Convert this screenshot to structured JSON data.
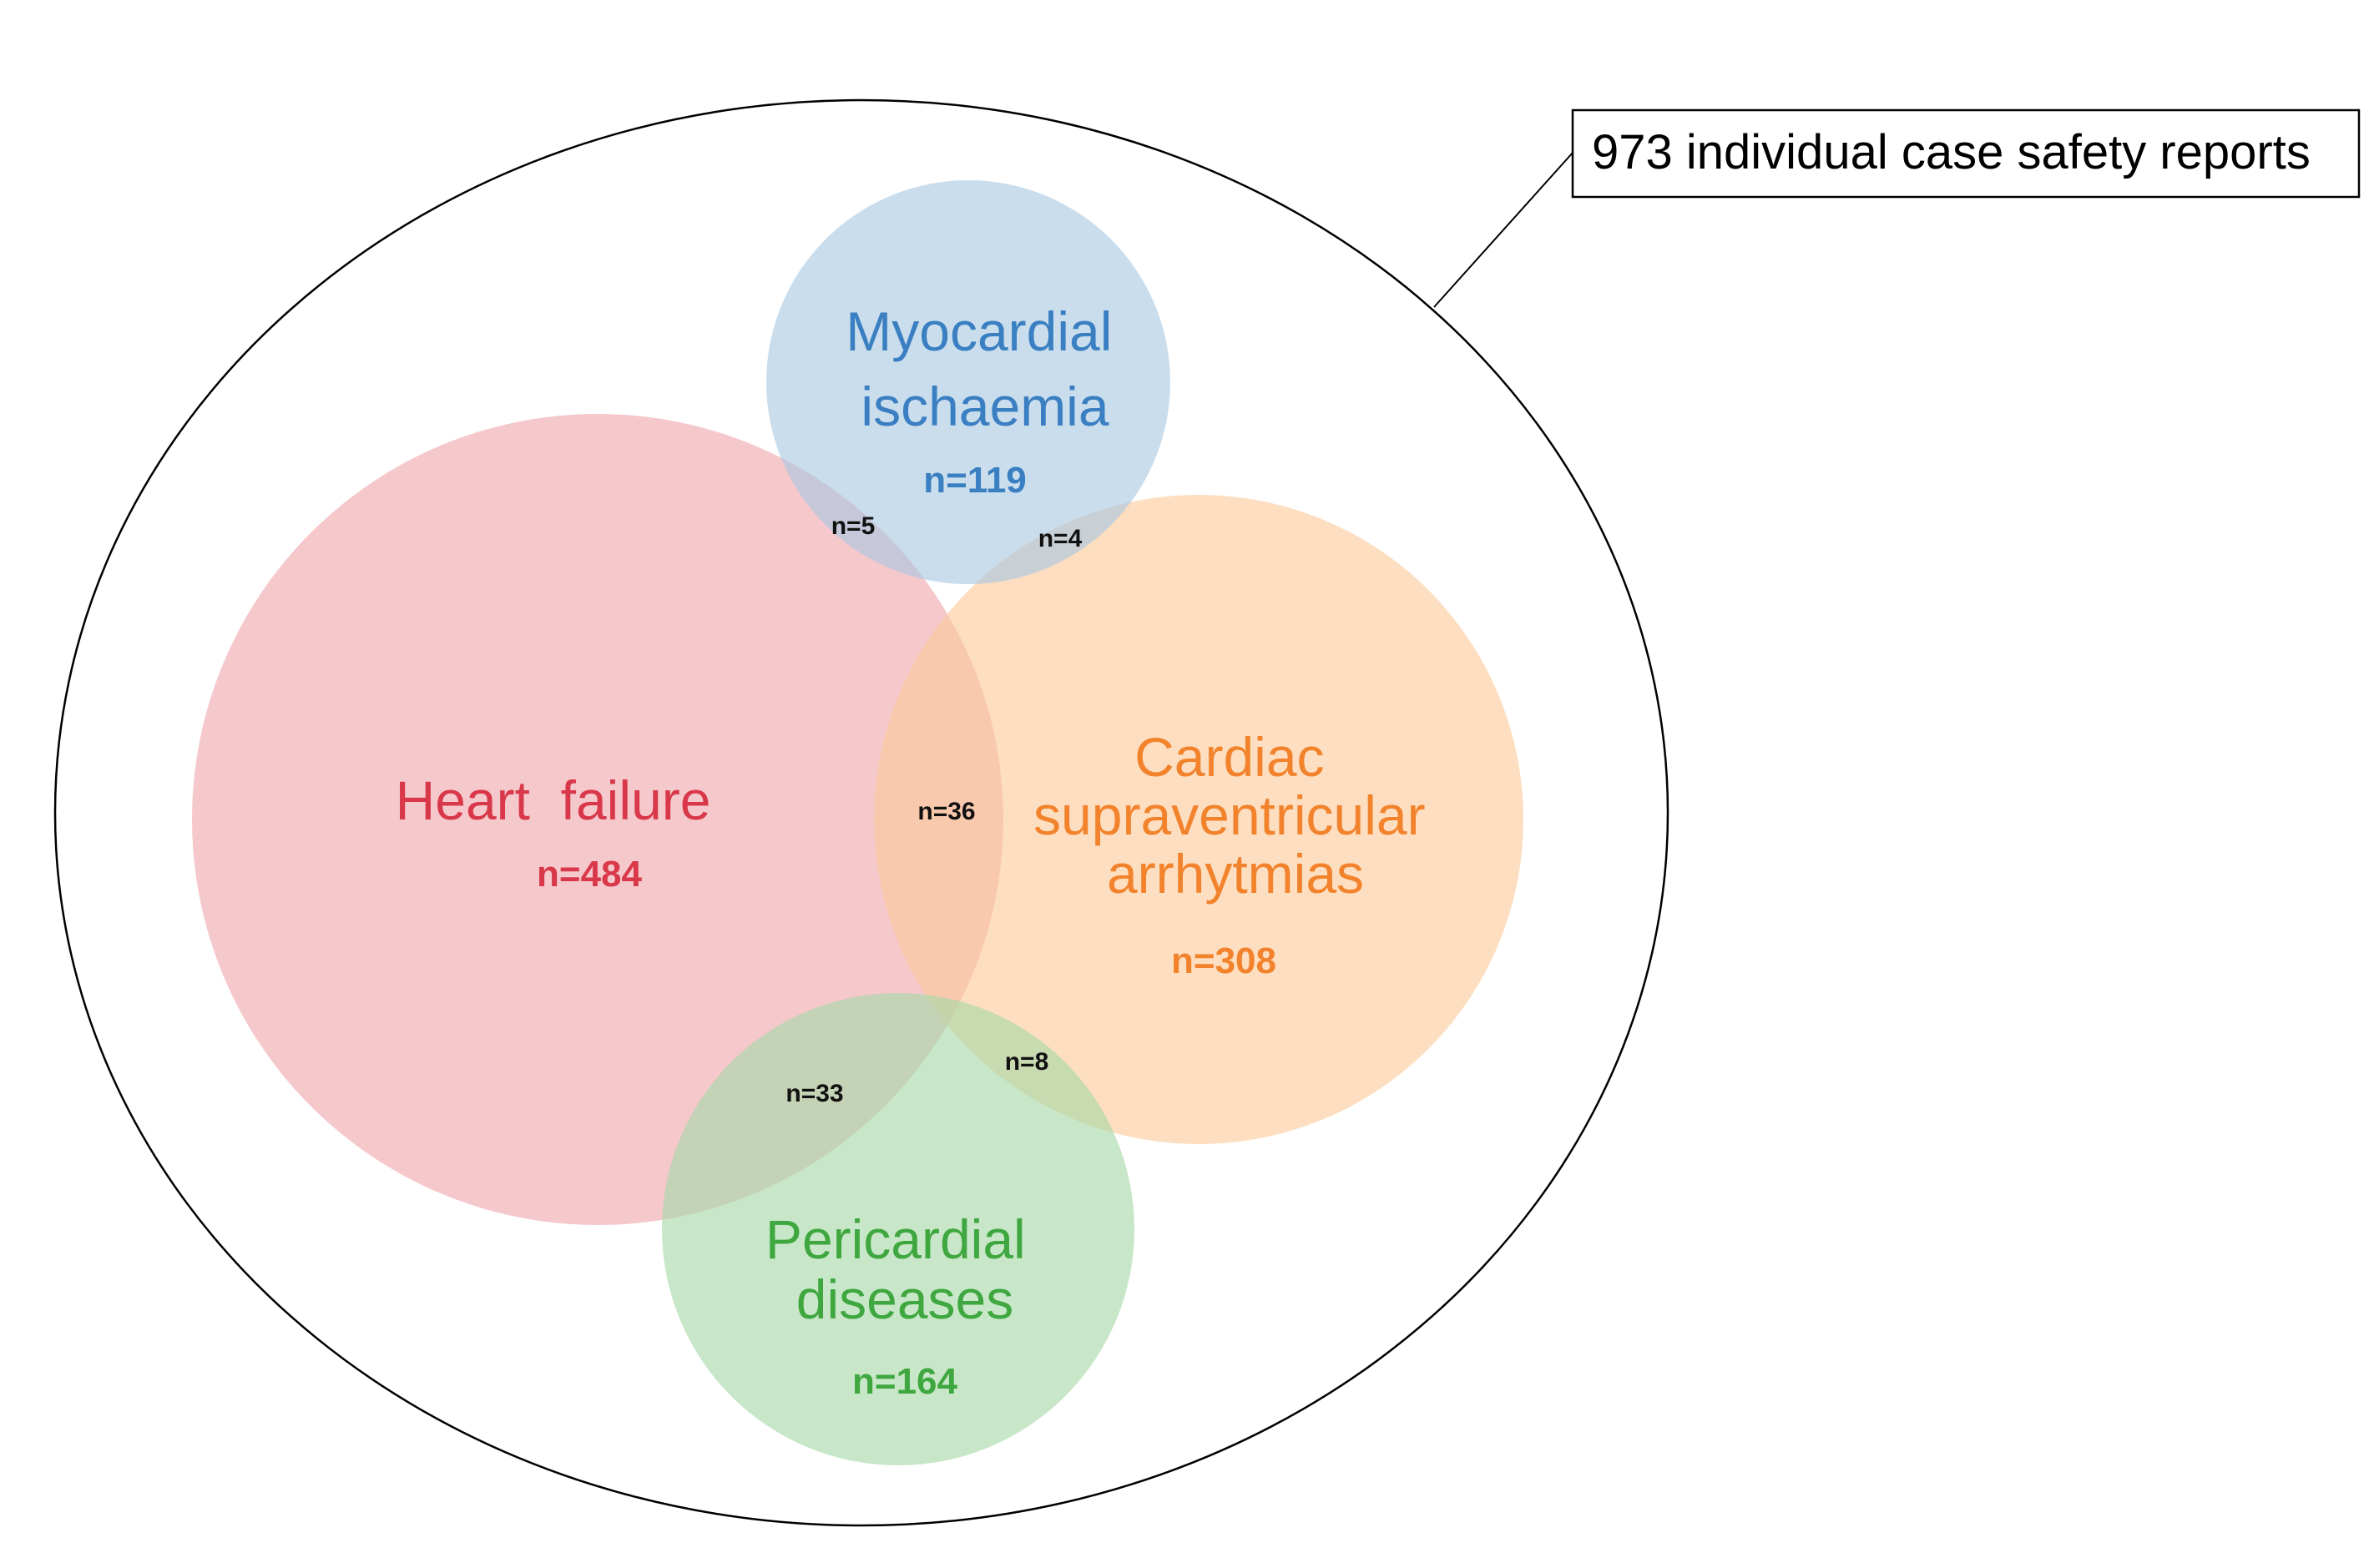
{
  "total_reports": {
    "label": "973 individual case safety reports"
  },
  "sets": {
    "myocardial": {
      "title_lines": [
        "Myocardial",
        "ischaemia"
      ],
      "count": "n=119",
      "color": "#A9C8E2",
      "text_color": "#3A7FC1"
    },
    "heart_failure": {
      "title_lines": [
        "Heart  failure"
      ],
      "count": "n=484",
      "color": "#EFA6AC",
      "text_color": "#D9384A"
    },
    "cardiac": {
      "title_lines": [
        "Cardiac",
        "supraventricular",
        "arrhytmias"
      ],
      "count": "n=308",
      "color": "#FCC99A",
      "text_color": "#F2832C"
    },
    "pericardial": {
      "title_lines": [
        "Pericardial",
        "diseases"
      ],
      "count": "n=164",
      "color": "#A6D8A6",
      "text_color": "#3FA73F"
    }
  },
  "overlaps": {
    "heart_failure_myocardial": "n=5",
    "myocardial_cardiac": "n=4",
    "heart_failure_cardiac": "n=36",
    "heart_failure_pericardial": "n=33",
    "cardiac_pericardial": "n=8"
  }
}
